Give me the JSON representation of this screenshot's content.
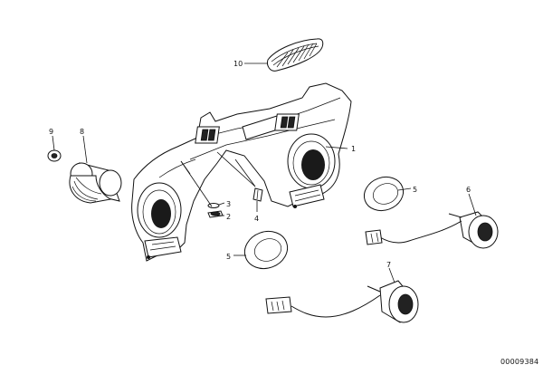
{
  "diagram": {
    "callouts": [
      "1",
      "2",
      "3",
      "4",
      "5",
      "5",
      "6",
      "7",
      "8",
      "9",
      "10"
    ],
    "drawing_code": "00009384"
  }
}
